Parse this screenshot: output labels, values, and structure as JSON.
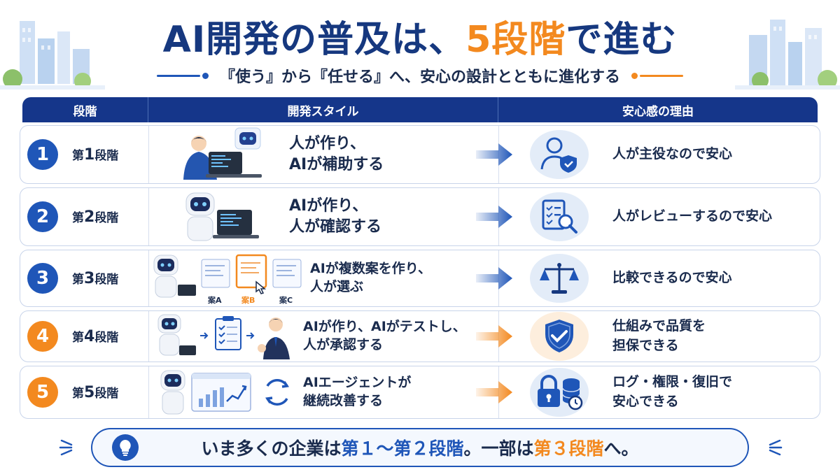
{
  "header": {
    "title_main": "AI開発の普及は、",
    "title_accent": "5段階",
    "title_tail": "で進む",
    "subtitle": "『使う』から『任せる』へ、安心の設計とともに進化する"
  },
  "table": {
    "columns": [
      "段階",
      "開発スタイル",
      "安心感の理由"
    ],
    "rows": [
      {
        "num": "1",
        "prefix": "第",
        "n": "1",
        "suffix": "段階",
        "style_line1": "人が作り、",
        "style_line2": "AIが補助する",
        "reason_line1": "人が主役なので安心",
        "reason_line2": "",
        "color": "blue",
        "reason_icon": "user-shield-icon"
      },
      {
        "num": "2",
        "prefix": "第",
        "n": "2",
        "suffix": "段階",
        "style_line1": "AIが作り、",
        "style_line2": "人が確認する",
        "reason_line1": "人がレビューするので安心",
        "reason_line2": "",
        "color": "blue",
        "reason_icon": "checklist-magnifier-icon"
      },
      {
        "num": "3",
        "prefix": "第",
        "n": "3",
        "suffix": "段階",
        "style_line1": "AIが複数案を作り、",
        "style_line2": "人が選ぶ",
        "reason_line1": "比較できるので安心",
        "reason_line2": "",
        "color": "blue",
        "reason_icon": "scales-icon",
        "options": [
          "案A",
          "案B",
          "案C"
        ]
      },
      {
        "num": "4",
        "prefix": "第",
        "n": "4",
        "suffix": "段階",
        "style_line1": "AIが作り、AIがテストし、",
        "style_line2": "人が承認する",
        "reason_line1": "仕組みで品質を",
        "reason_line2": "担保できる",
        "color": "orange",
        "reason_icon": "shield-check-icon"
      },
      {
        "num": "5",
        "prefix": "第",
        "n": "5",
        "suffix": "段階",
        "style_line1": "AIエージェントが",
        "style_line2": "継続改善する",
        "reason_line1": "ログ・権限・復旧で",
        "reason_line2": "安心できる",
        "color": "orange",
        "reason_icon": "lock-database-icon"
      }
    ]
  },
  "footer": {
    "part1": "いま多くの企業は",
    "part2": "第１～第２段階",
    "part3": "。一部は",
    "part4": "第３段階",
    "part5": "へ。",
    "icon": "lightbulb-icon"
  },
  "colors": {
    "navy": "#15368a",
    "blue": "#1f56b8",
    "orange": "#f3891f",
    "text": "#1a2b4d"
  }
}
